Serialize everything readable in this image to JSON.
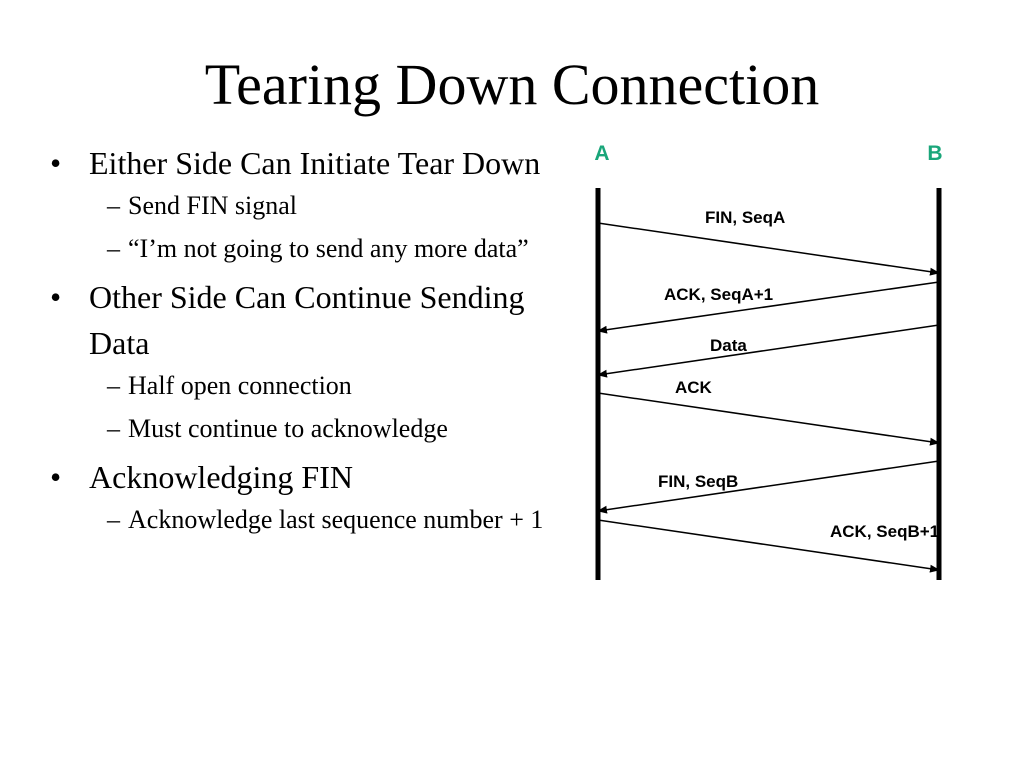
{
  "slide": {
    "title": "Tearing Down Connection",
    "bullet_marker": "•",
    "sub_marker": "–",
    "bullets": [
      {
        "text": "Either Side Can Initiate Tear Down",
        "subs": [
          "Send FIN signal",
          "“I’m not going to send any more data”"
        ]
      },
      {
        "text": "Other Side Can Continue Sending Data",
        "subs": [
          "Half open connection",
          "Must continue to acknowledge"
        ]
      },
      {
        "text": "Acknowledging FIN",
        "subs": [
          "Acknowledge last sequence number + 1"
        ]
      }
    ]
  },
  "diagram": {
    "party_a": "A",
    "party_b": "B",
    "label_color": "#1aa67a",
    "messages": [
      {
        "label": "FIN, SeqA",
        "from": "A",
        "to": "B"
      },
      {
        "label": "ACK, SeqA+1",
        "from": "B",
        "to": "A"
      },
      {
        "label": "Data",
        "from": "B",
        "to": "A"
      },
      {
        "label": "ACK",
        "from": "A",
        "to": "B"
      },
      {
        "label": "FIN, SeqB",
        "from": "B",
        "to": "A"
      },
      {
        "label": "ACK, SeqB+1",
        "from": "A",
        "to": "B"
      }
    ]
  }
}
